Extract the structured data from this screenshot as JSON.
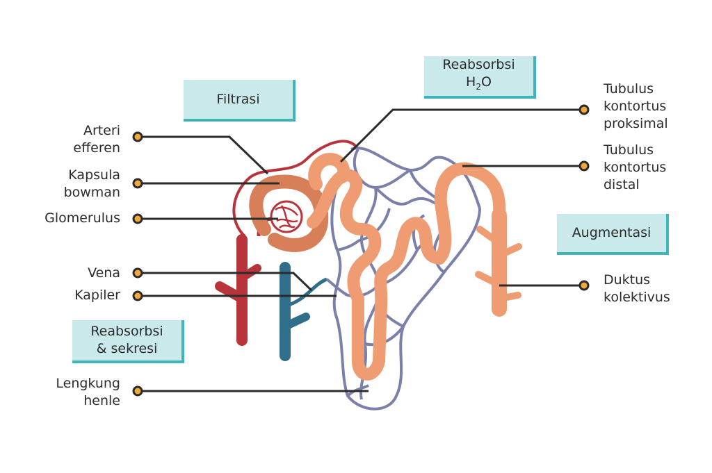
{
  "labels": {
    "arteri_efferen": [
      "Arteri",
      "efferen"
    ],
    "kapsula_bowman": [
      "Kapsula",
      "bowman"
    ],
    "glomerulus": [
      "Glomerulus"
    ],
    "vena": [
      "Vena"
    ],
    "kapiler": [
      "Kapiler"
    ],
    "lengkung_henle": [
      "Lengkung",
      "henle"
    ],
    "tubulus_proksimal": [
      "Tubulus",
      "kontortus",
      "proksimal"
    ],
    "tubulus_distal": [
      "Tubulus",
      "kontortus",
      "distal"
    ],
    "duktus_kolektivus": [
      "Duktus",
      "kolektivus"
    ]
  },
  "process_boxes": {
    "filtrasi": "Filtrasi",
    "reabsorbsi_h2o_line1": "Reabsorbsi",
    "reabsorbsi_h2o_h": "H",
    "reabsorbsi_h2o_sub": "2",
    "reabsorbsi_h2o_o": "O",
    "augmentasi": "Augmentasi",
    "reabsorbsi_sekresi_line1": "Reabsorbsi",
    "reabsorbsi_sekresi_line2": "& sekresi"
  },
  "colors": {
    "tubule": "#ef9c73",
    "tubule_dark": "#d77f58",
    "artery": "#b8343a",
    "vein": "#2f6f8c",
    "capillary": "#7a80a8",
    "leader_line": "#2b2b2b",
    "pin_fill": "#f2a93b",
    "box_fill": "#c9e9eb",
    "box_border": "#3fb4bb"
  }
}
